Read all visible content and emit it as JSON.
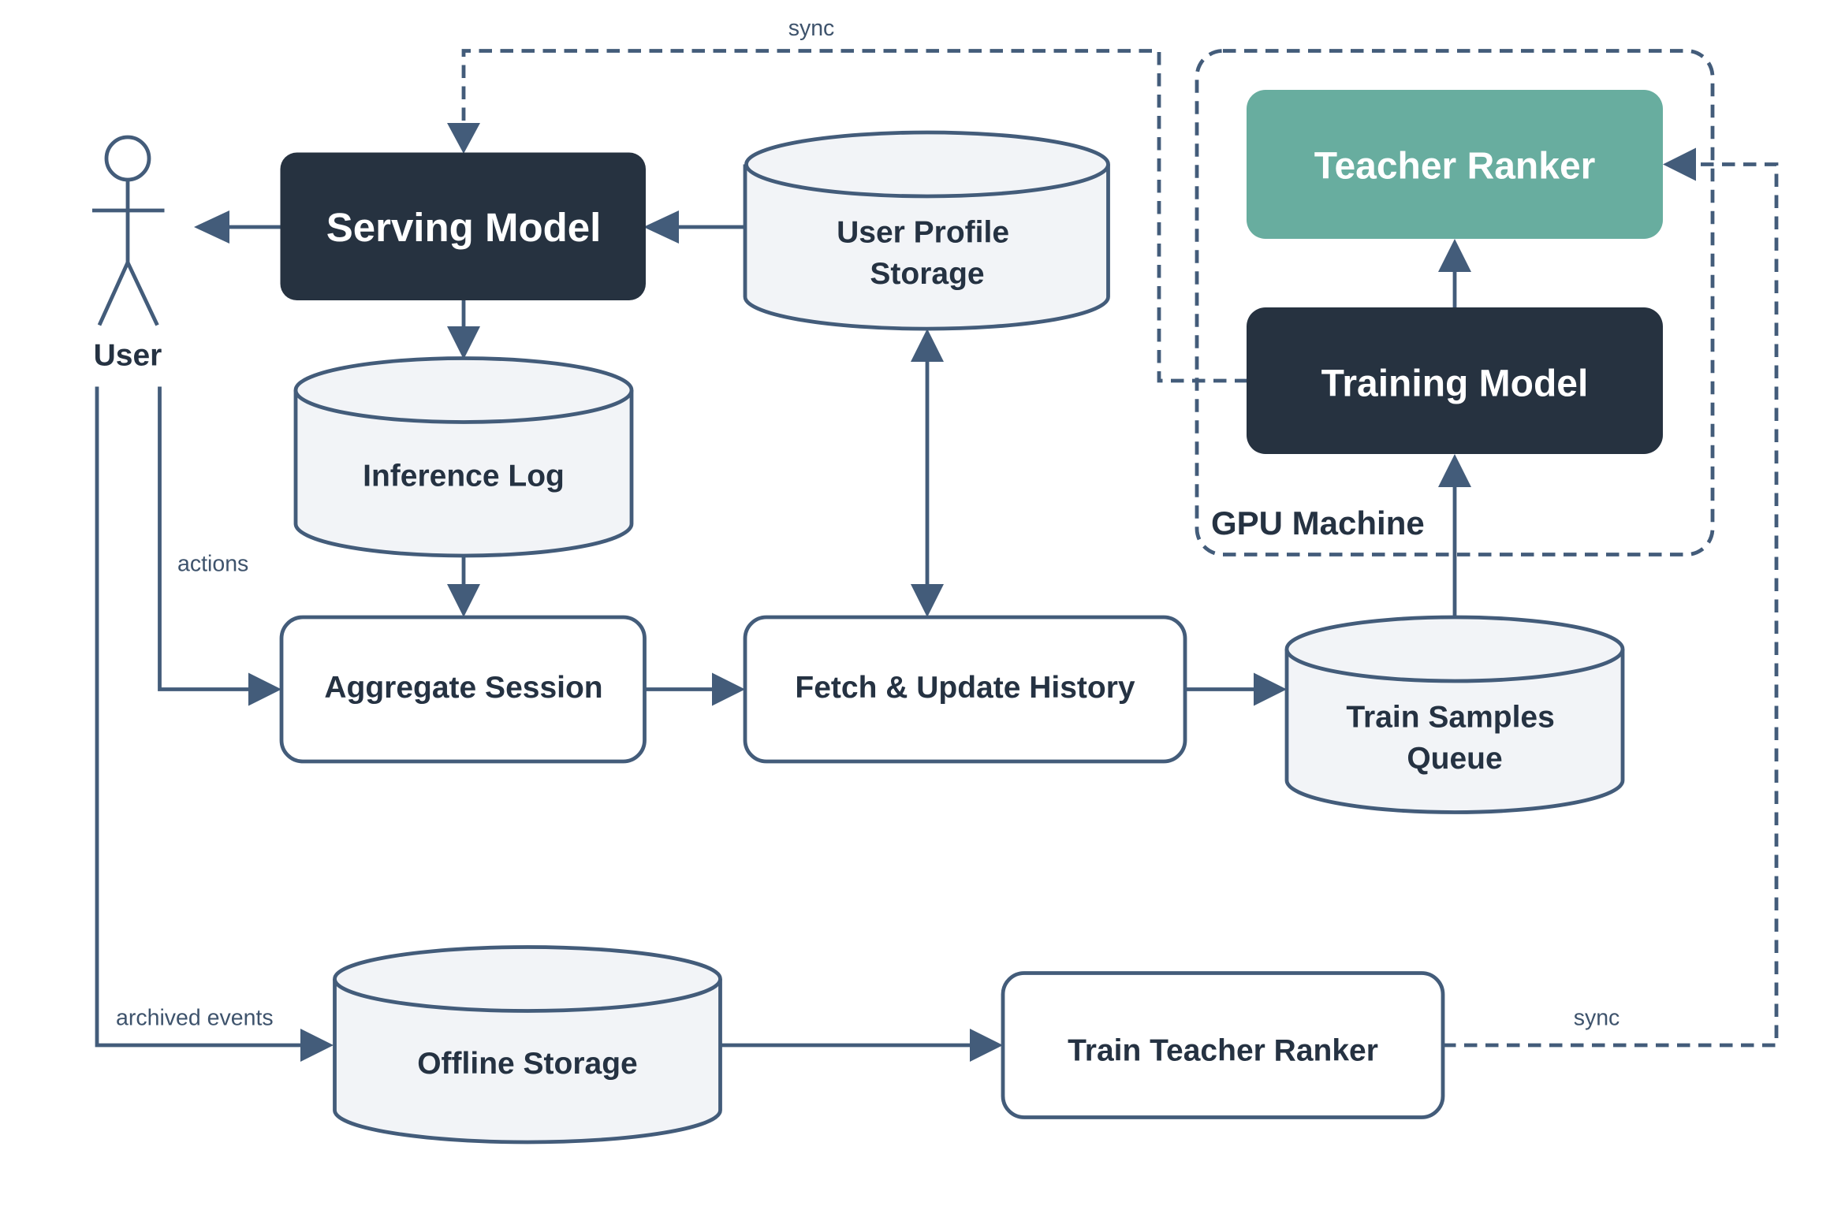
{
  "nodes": {
    "user": "User",
    "serving_model": "Serving Model",
    "user_profile_storage": [
      "User Profile",
      "Storage"
    ],
    "inference_log": "Inference Log",
    "aggregate_session": "Aggregate Session",
    "fetch_update_history": "Fetch & Update History",
    "train_samples_queue": [
      "Train Samples",
      "Queue"
    ],
    "teacher_ranker": "Teacher Ranker",
    "training_model": "Training Model",
    "gpu_machine": "GPU Machine",
    "offline_storage": "Offline Storage",
    "train_teacher_ranker": "Train Teacher Ranker"
  },
  "edges": {
    "sync_top": "sync",
    "actions": "actions",
    "archived_events": "archived events",
    "sync_bottom": "sync"
  },
  "colors": {
    "stroke": "#435c7a",
    "dark_box": "#263240",
    "teal_box": "#68ad9f",
    "cylinder_fill": "#f2f4f7",
    "label_text": "#253242"
  }
}
